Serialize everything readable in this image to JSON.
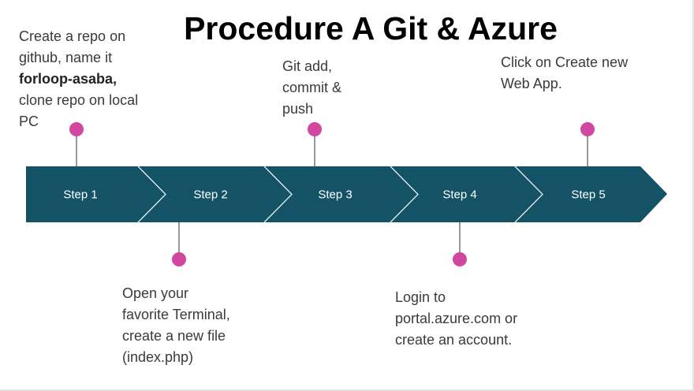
{
  "title": "Procedure A Git & Azure",
  "colors": {
    "arrow": "#145366",
    "chevron_line": "#e6eef0",
    "dot": "#d1479f",
    "connector": "#555555"
  },
  "steps": [
    {
      "label": "Step 1",
      "note": {
        "position": "top",
        "lines": [
          "Create a repo on",
          "github, name it",
          "forloop-asaba,",
          "clone repo on local",
          "PC"
        ],
        "bold_line": 2
      }
    },
    {
      "label": "Step 2",
      "note": {
        "position": "bottom",
        "lines": [
          "Open your",
          "favorite Terminal,",
          "create a new file",
          "(index.php)"
        ]
      }
    },
    {
      "label": "Step 3",
      "note": {
        "position": "top",
        "lines": [
          "Git add,",
          "commit &",
          "push"
        ]
      }
    },
    {
      "label": "Step 4",
      "note": {
        "position": "bottom",
        "lines": [
          "Login to",
          "portal.azure.com or",
          "create an account."
        ]
      }
    },
    {
      "label": "Step 5",
      "note": {
        "position": "top",
        "lines": [
          "Click on Create new",
          "Web App."
        ]
      }
    }
  ]
}
